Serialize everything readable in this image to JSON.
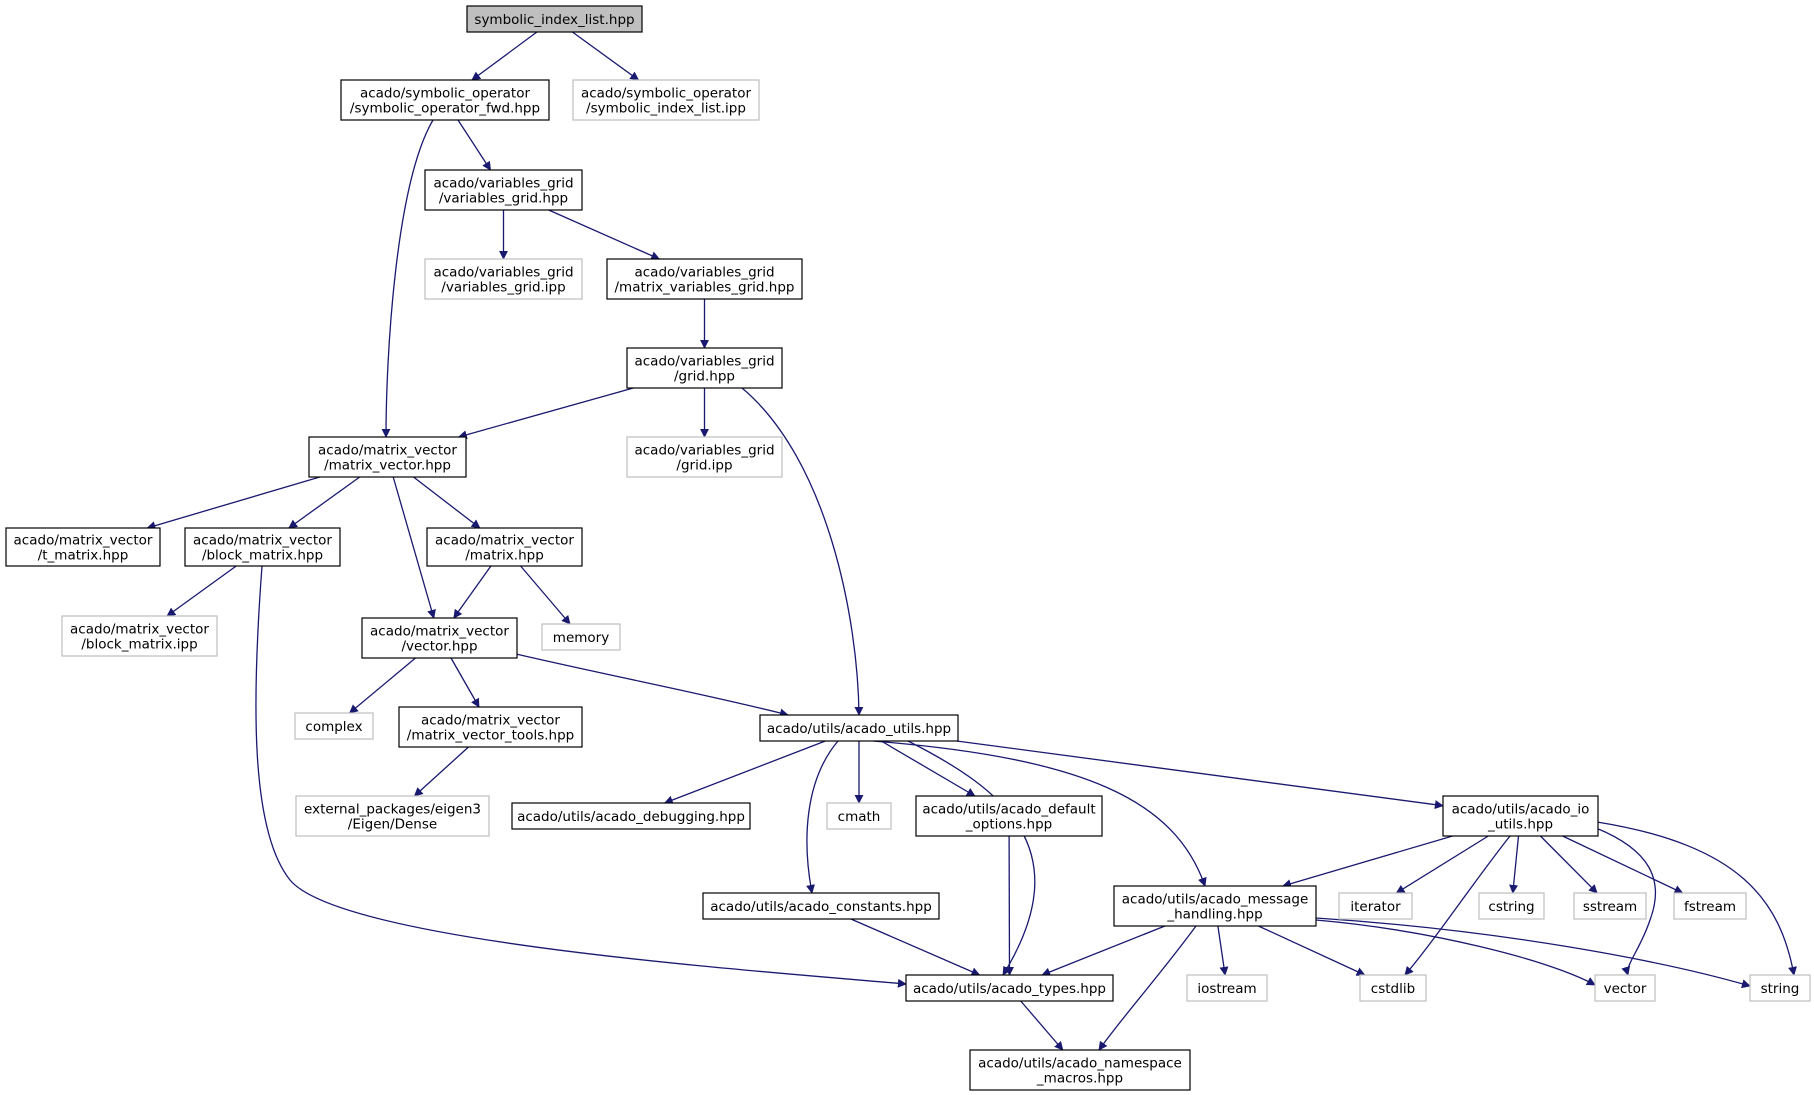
{
  "colors": {
    "edge": "#191970",
    "root_fill": "#bfbfbf",
    "local_border": "#000000",
    "system_border": "#bfbfbf"
  },
  "nodes": [
    {
      "id": "root",
      "kind": "root",
      "lines": [
        "symbolic_index_list.hpp"
      ]
    },
    {
      "id": "sym_fwd",
      "kind": "local",
      "lines": [
        "acado/symbolic_operator",
        "/symbolic_operator_fwd.hpp"
      ]
    },
    {
      "id": "sym_ipp",
      "kind": "system",
      "lines": [
        "acado/symbolic_operator",
        "/symbolic_index_list.ipp"
      ]
    },
    {
      "id": "vg_hpp",
      "kind": "local",
      "lines": [
        "acado/variables_grid",
        "/variables_grid.hpp"
      ]
    },
    {
      "id": "vg_ipp",
      "kind": "system",
      "lines": [
        "acado/variables_grid",
        "/variables_grid.ipp"
      ]
    },
    {
      "id": "mvg_hpp",
      "kind": "local",
      "lines": [
        "acado/variables_grid",
        "/matrix_variables_grid.hpp"
      ]
    },
    {
      "id": "grid_hpp",
      "kind": "local",
      "lines": [
        "acado/variables_grid",
        "/grid.hpp"
      ]
    },
    {
      "id": "grid_ipp",
      "kind": "system",
      "lines": [
        "acado/variables_grid",
        "/grid.ipp"
      ]
    },
    {
      "id": "mv_hpp",
      "kind": "local",
      "lines": [
        "acado/matrix_vector",
        "/matrix_vector.hpp"
      ]
    },
    {
      "id": "tmatrix",
      "kind": "local",
      "lines": [
        "acado/matrix_vector",
        "/t_matrix.hpp"
      ]
    },
    {
      "id": "block_hpp",
      "kind": "local",
      "lines": [
        "acado/matrix_vector",
        "/block_matrix.hpp"
      ]
    },
    {
      "id": "matrix_hpp",
      "kind": "local",
      "lines": [
        "acado/matrix_vector",
        "/matrix.hpp"
      ]
    },
    {
      "id": "block_ipp",
      "kind": "system",
      "lines": [
        "acado/matrix_vector",
        "/block_matrix.ipp"
      ]
    },
    {
      "id": "vector_hpp",
      "kind": "local",
      "lines": [
        "acado/matrix_vector",
        "/vector.hpp"
      ]
    },
    {
      "id": "memory",
      "kind": "system",
      "lines": [
        "memory"
      ]
    },
    {
      "id": "complex",
      "kind": "system",
      "lines": [
        "complex"
      ]
    },
    {
      "id": "mvtools",
      "kind": "local",
      "lines": [
        "acado/matrix_vector",
        "/matrix_vector_tools.hpp"
      ]
    },
    {
      "id": "utils",
      "kind": "local",
      "lines": [
        "acado/utils/acado_utils.hpp"
      ]
    },
    {
      "id": "eigen",
      "kind": "system",
      "lines": [
        "external_packages/eigen3",
        "/Eigen/Dense"
      ]
    },
    {
      "id": "debugging",
      "kind": "local",
      "lines": [
        "acado/utils/acado_debugging.hpp"
      ]
    },
    {
      "id": "cmath",
      "kind": "system",
      "lines": [
        "cmath"
      ]
    },
    {
      "id": "defaults",
      "kind": "local",
      "lines": [
        "acado/utils/acado_default",
        "_options.hpp"
      ]
    },
    {
      "id": "io_utils",
      "kind": "local",
      "lines": [
        "acado/utils/acado_io",
        "_utils.hpp"
      ]
    },
    {
      "id": "constants",
      "kind": "local",
      "lines": [
        "acado/utils/acado_constants.hpp"
      ]
    },
    {
      "id": "message",
      "kind": "local",
      "lines": [
        "acado/utils/acado_message",
        "_handling.hpp"
      ]
    },
    {
      "id": "iterator",
      "kind": "system",
      "lines": [
        "iterator"
      ]
    },
    {
      "id": "cstring",
      "kind": "system",
      "lines": [
        "cstring"
      ]
    },
    {
      "id": "sstream",
      "kind": "system",
      "lines": [
        "sstream"
      ]
    },
    {
      "id": "fstream",
      "kind": "system",
      "lines": [
        "fstream"
      ]
    },
    {
      "id": "types",
      "kind": "local",
      "lines": [
        "acado/utils/acado_types.hpp"
      ]
    },
    {
      "id": "iostream",
      "kind": "system",
      "lines": [
        "iostream"
      ]
    },
    {
      "id": "cstdlib",
      "kind": "system",
      "lines": [
        "cstdlib"
      ]
    },
    {
      "id": "vector",
      "kind": "system",
      "lines": [
        "vector"
      ]
    },
    {
      "id": "string",
      "kind": "system",
      "lines": [
        "string"
      ]
    },
    {
      "id": "namespace",
      "kind": "local",
      "lines": [
        "acado/utils/acado_namespace",
        "_macros.hpp"
      ]
    }
  ],
  "edges": [
    [
      "root",
      "sym_fwd"
    ],
    [
      "root",
      "sym_ipp"
    ],
    [
      "sym_fwd",
      "vg_hpp"
    ],
    [
      "sym_fwd",
      "mv_hpp"
    ],
    [
      "vg_hpp",
      "vg_ipp"
    ],
    [
      "vg_hpp",
      "mvg_hpp"
    ],
    [
      "mvg_hpp",
      "grid_hpp"
    ],
    [
      "grid_hpp",
      "mv_hpp"
    ],
    [
      "grid_hpp",
      "grid_ipp"
    ],
    [
      "grid_hpp",
      "utils"
    ],
    [
      "mv_hpp",
      "tmatrix"
    ],
    [
      "mv_hpp",
      "block_hpp"
    ],
    [
      "mv_hpp",
      "matrix_hpp"
    ],
    [
      "mv_hpp",
      "vector_hpp"
    ],
    [
      "block_hpp",
      "block_ipp"
    ],
    [
      "block_hpp",
      "types"
    ],
    [
      "matrix_hpp",
      "vector_hpp"
    ],
    [
      "matrix_hpp",
      "memory"
    ],
    [
      "vector_hpp",
      "complex"
    ],
    [
      "vector_hpp",
      "mvtools"
    ],
    [
      "vector_hpp",
      "utils"
    ],
    [
      "mvtools",
      "eigen"
    ],
    [
      "utils",
      "debugging"
    ],
    [
      "utils",
      "constants"
    ],
    [
      "utils",
      "cmath"
    ],
    [
      "utils",
      "defaults"
    ],
    [
      "utils",
      "types"
    ],
    [
      "utils",
      "message"
    ],
    [
      "utils",
      "io_utils"
    ],
    [
      "defaults",
      "types"
    ],
    [
      "constants",
      "types"
    ],
    [
      "io_utils",
      "message"
    ],
    [
      "io_utils",
      "iterator"
    ],
    [
      "io_utils",
      "cstring"
    ],
    [
      "io_utils",
      "sstream"
    ],
    [
      "io_utils",
      "fstream"
    ],
    [
      "io_utils",
      "cstdlib"
    ],
    [
      "io_utils",
      "vector"
    ],
    [
      "io_utils",
      "string"
    ],
    [
      "message",
      "types"
    ],
    [
      "message",
      "namespace"
    ],
    [
      "message",
      "iostream"
    ],
    [
      "message",
      "cstdlib"
    ],
    [
      "message",
      "vector"
    ],
    [
      "message",
      "string"
    ],
    [
      "types",
      "namespace"
    ]
  ]
}
